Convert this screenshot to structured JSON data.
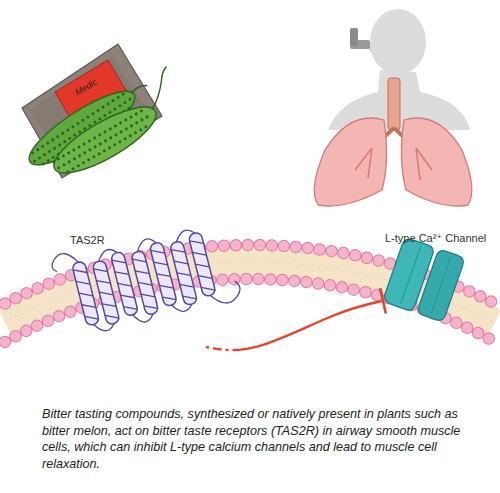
{
  "diagram": {
    "caption": "Bitter tasting compounds, synthesized or natively present in plants such as bitter melon, act on bitter taste receptors (TAS2R) in airway smooth muscle cells, which can inhibit L-type calcium channels and lead to muscle cell relaxation.",
    "nodes": [
      {
        "text": [
          "TAS2R"
        ]
      },
      {
        "text": [
          "L-type Ca²⁺ Channel"
        ]
      }
    ],
    "edges": [
      {
        "from": 0,
        "to": 1,
        "arrow": "to"
      }
    ],
    "labels": [
      "Medic"
    ]
  }
}
